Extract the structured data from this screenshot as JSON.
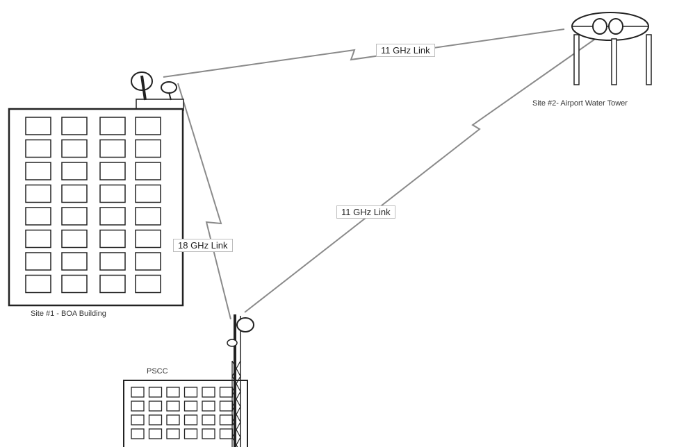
{
  "sites": {
    "site1": {
      "label": "Site #1 - BOA Building"
    },
    "site2": {
      "label": "Site #2- Airport Water Tower"
    },
    "pscc": {
      "label": "PSCC"
    }
  },
  "links": {
    "boa_to_tower": {
      "label": "11 GHz Link"
    },
    "pscc_to_tower": {
      "label": "11 GHz Link"
    },
    "boa_to_pscc": {
      "label": "18 GHz Link"
    }
  },
  "colors": {
    "line": "#8a8a8a",
    "building_stroke": "#222222",
    "label_border": "#bdbdbd"
  }
}
